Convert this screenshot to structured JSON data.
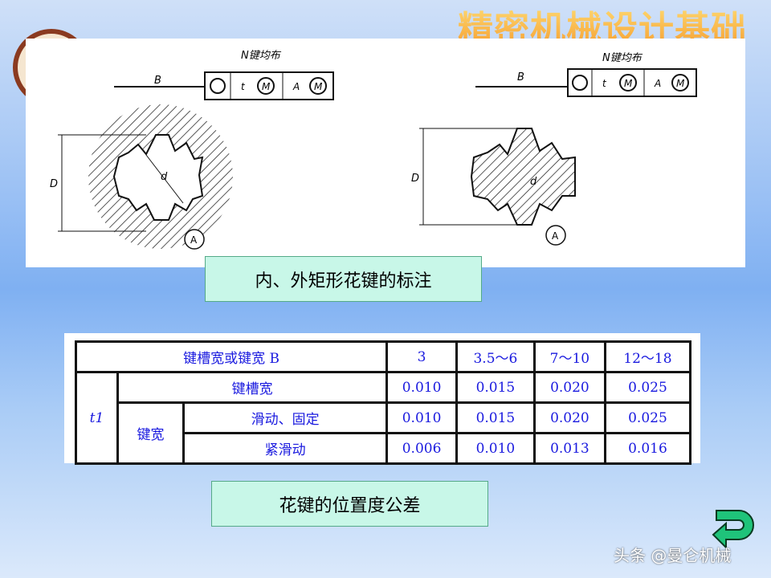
{
  "header": {
    "title": "精密机械设计基础"
  },
  "figure": {
    "left_label": "N键均布",
    "right_label": "N键均布",
    "labels": {
      "B": "B",
      "t1": "t",
      "M": "M",
      "A": "A",
      "D": "D",
      "d": "d"
    }
  },
  "captions": {
    "top": "内、外矩形花键的标注",
    "bottom": "花键的位置度公差"
  },
  "table": {
    "header_label": "键槽宽或键宽 B",
    "columns": [
      "3",
      "3.5～6",
      "7～10",
      "12～18"
    ],
    "group_label": "t1",
    "key_label": "键宽",
    "rows": [
      {
        "label": "键槽宽",
        "values": [
          "0.010",
          "0.015",
          "0.020",
          "0.025"
        ]
      },
      {
        "label": "滑动、固定",
        "values": [
          "0.010",
          "0.015",
          "0.020",
          "0.025"
        ]
      },
      {
        "label": "紧滑动",
        "values": [
          "0.006",
          "0.010",
          "0.013",
          "0.016"
        ]
      }
    ]
  },
  "watermark": "头条 @曼仑机械",
  "colors": {
    "caption_bg": "#c8f7e8",
    "table_text": "#1a1adf",
    "title": "#f5a030"
  }
}
